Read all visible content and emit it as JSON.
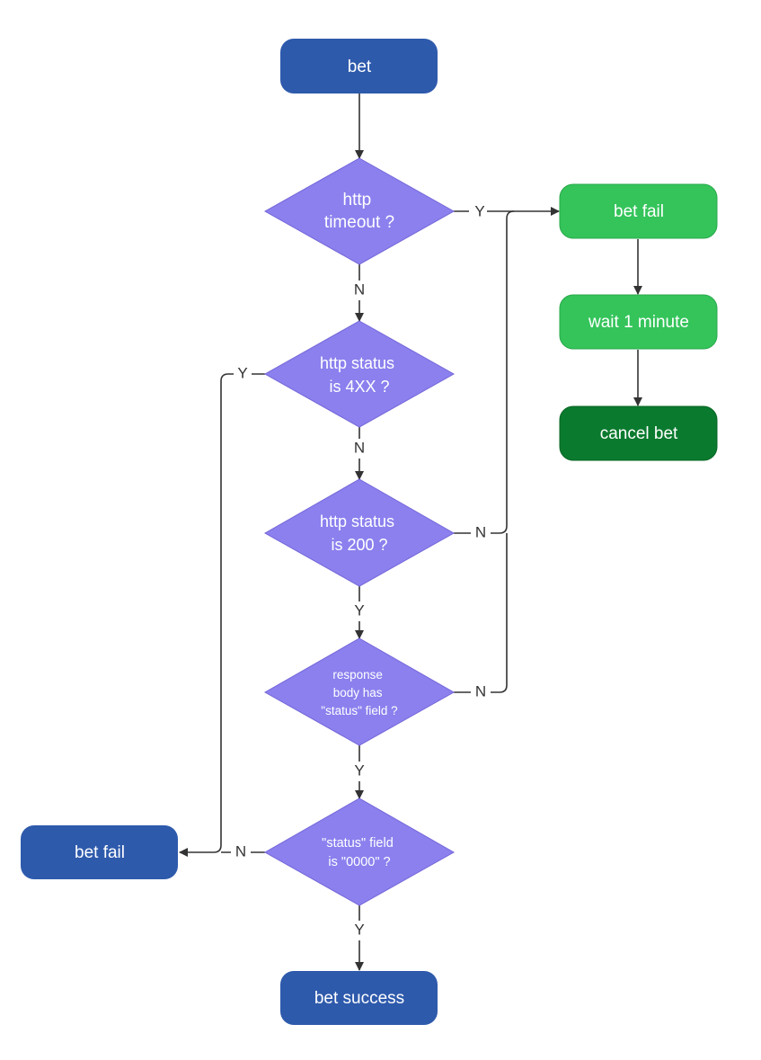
{
  "colors": {
    "terminal_blue": "#2E5AAC",
    "decision_purple": "#8B80EE",
    "process_green": "#34C45A",
    "terminal_dark_green": "#0A7A2E",
    "edge": "#333333"
  },
  "nodes": {
    "bet": "bet",
    "http_timeout": [
      "http",
      "timeout ?"
    ],
    "http_status_4xx": [
      "http status",
      "is 4XX ?"
    ],
    "http_status_200": [
      "http status",
      "is 200 ?"
    ],
    "response_body": [
      "response",
      "body has",
      "\"status\" field ?"
    ],
    "status_field": [
      "\"status\" field",
      "is \"0000\" ?"
    ],
    "bet_fail_left": "bet fail",
    "bet_success": "bet success",
    "bet_fail_right": "bet fail",
    "wait_1_minute": "wait 1 minute",
    "cancel_bet": "cancel bet"
  },
  "edge_labels": {
    "timeout_yes": "Y",
    "timeout_no": "N",
    "status_4xx_yes": "Y",
    "status_4xx_no": "N",
    "status_200_no": "N",
    "status_200_yes": "Y",
    "body_no": "N",
    "body_yes": "Y",
    "field_no": "N",
    "field_yes": "Y"
  }
}
